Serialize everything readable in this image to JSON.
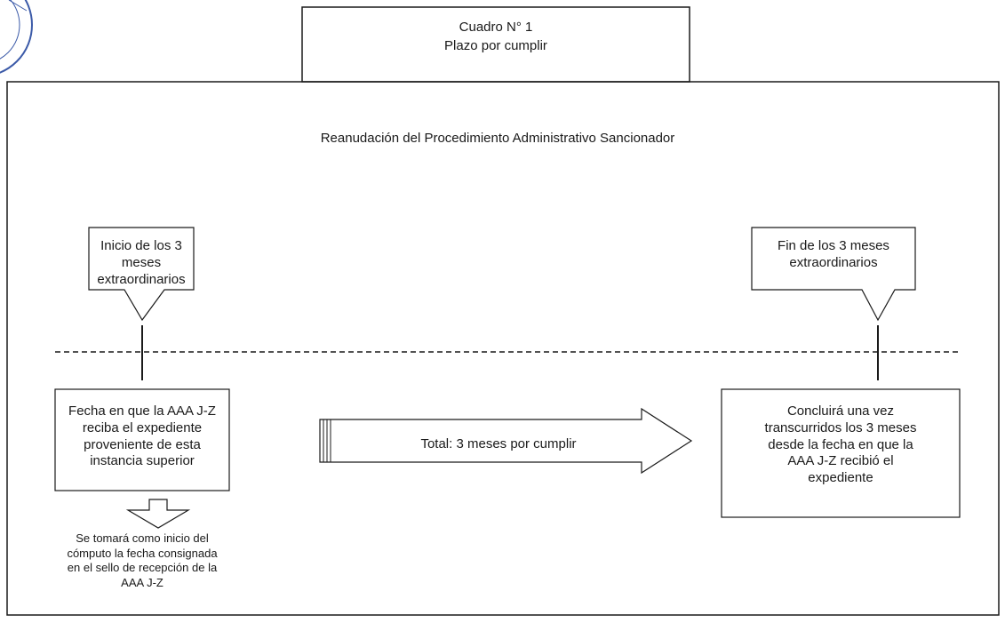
{
  "title_box": {
    "line1": "Cuadro N° 1",
    "line2": "Plazo por cumplir"
  },
  "heading": "Reanudación del Procedimiento Administrativo Sancionador",
  "start_callout": {
    "line1": "Inicio de los 3 meses",
    "line2": "extraordinarios"
  },
  "end_callout": {
    "line1": "Fin de los 3 meses",
    "line2": "extraordinarios"
  },
  "left_box": {
    "lines": [
      "Fecha en que la AAA J-Z",
      "reciba el expediente",
      "proveniente de esta",
      "instancia superior"
    ]
  },
  "total_arrow": {
    "label": "Total: 3 meses por cumplir"
  },
  "right_box": {
    "lines": [
      "Concluirá una vez",
      "transcurridos los 3 meses",
      "desde la fecha en que la",
      "AAA J-Z recibió el",
      "expediente"
    ]
  },
  "note": {
    "lines": [
      "Se tomará como inicio del",
      "cómputo la fecha consignada",
      "en el sello de recepción de la",
      "AAA J-Z"
    ]
  },
  "colors": {
    "stroke": "#1a1a1a",
    "seal": "#3b5aa8",
    "background": "#ffffff"
  }
}
